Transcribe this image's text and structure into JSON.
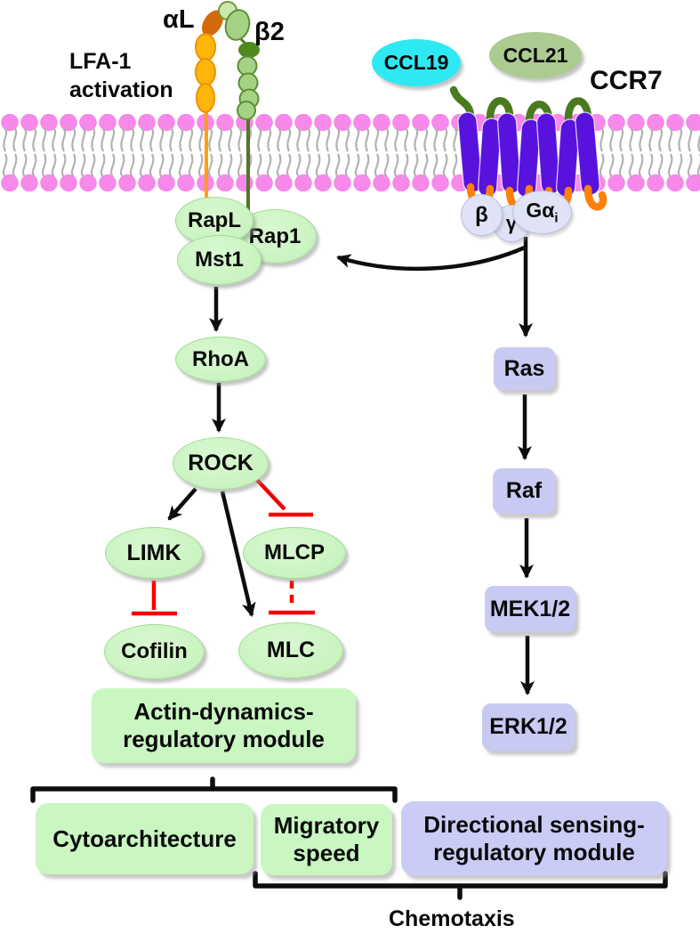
{
  "labels": {
    "lfa1_line1": "LFA-1",
    "lfa1_line2": "activation",
    "alpha_l": "αL",
    "beta_2": "β2",
    "ccr7": "CCR7",
    "chemotaxis": "Chemotaxis"
  },
  "ligands": {
    "ccl19": "CCL19",
    "ccl21": "CCL21"
  },
  "g_protein": {
    "beta": "β",
    "gamma": "γ",
    "g_alpha": "Gα",
    "g_alpha_sub": "i"
  },
  "left_pathway": {
    "rapl": "RapL",
    "rap1": "Rap1",
    "mst1": "Mst1",
    "rhoa": "RhoA",
    "rock": "ROCK",
    "limk": "LIMK",
    "mlcp": "MLCP",
    "cofilin": "Cofilin",
    "mlc": "MLC"
  },
  "right_pathway": {
    "ras": "Ras",
    "raf": "Raf",
    "mek": "MEK1/2",
    "erk": "ERK1/2"
  },
  "modules": {
    "actin_line1": "Actin-dynamics-",
    "actin_line2": "regulatory module",
    "cytoarchitecture": "Cytoarchitecture",
    "migratory_line1": "Migratory",
    "migratory_line2": "speed",
    "directional_line1": "Directional sensing-",
    "directional_line2": "regulatory module"
  },
  "colors": {
    "membrane_head_pink": "#F689E9",
    "membrane_tail_gray": "#B2B2B2",
    "node_green": "#CCF4C3",
    "module_green": "#C9F6C1",
    "module_lavender": "#CBCCF5",
    "box_lavender": "#C9CAF3",
    "ccl19_cyan": "#2EE9F3",
    "ccl21_green": "#ABCB90",
    "receptor_purple": "#5912DD",
    "loop_green": "#4A7A1E",
    "loop_orange": "#FF8008",
    "integrin_orange": "#FFB60A",
    "integrin_dark_orange": "#D2690B",
    "integrin_light_green": "#A6D285",
    "integrin_dark_green": "#4E8A1E",
    "g_protein_fill": "#DFE3F5",
    "inhibition_red": "#F50000",
    "arrow_black": "#0D0D0D"
  }
}
